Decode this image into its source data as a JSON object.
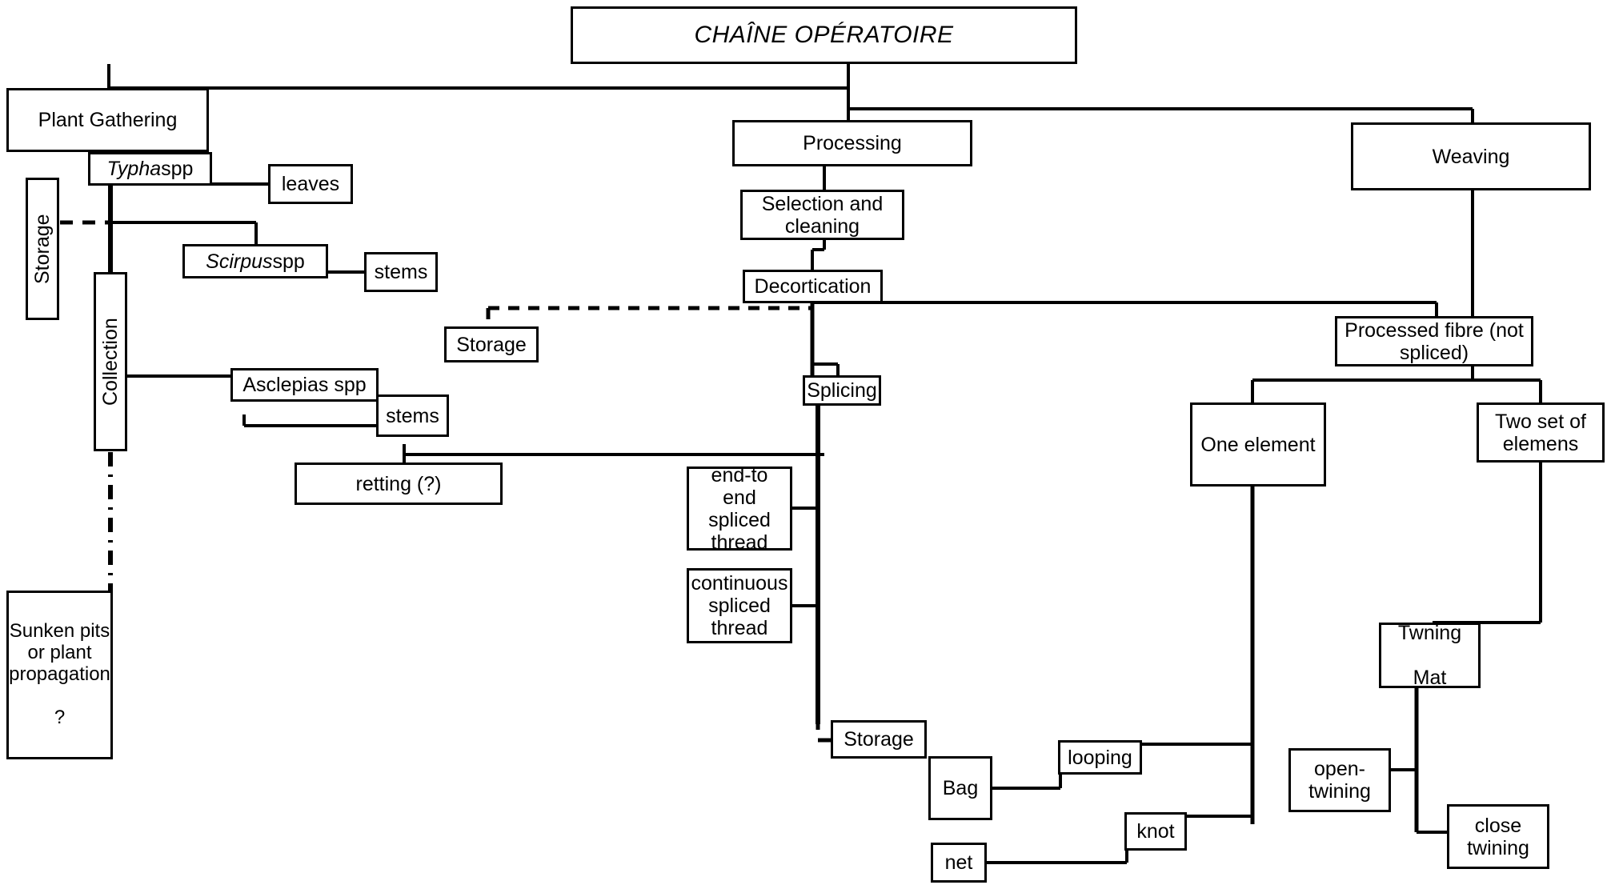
{
  "diagram": {
    "title": "CHAÎNE  OPÉRATOIRE",
    "type": "flowchart",
    "line_color": "#000000",
    "background": "#ffffff",
    "nodes": {
      "chaine_operatoire": "CHAÎNE  OPÉRATOIRE",
      "plant_gathering": "Plant Gathering",
      "typha_italic": "Typha",
      "typha_rest": " spp",
      "leaves": "leaves",
      "storage_left": "Storage",
      "scirpus_italic": "Scirpus",
      "scirpus_rest": " spp",
      "stems_scirpus": "stems",
      "collection": "Collection",
      "asclepias": "Asclepias spp",
      "stems_asclepias": "stems",
      "retting": "retting (?)",
      "storage_mid": "Storage",
      "sunken_pits": "Sunken pits\nor plant\npropagation\n\n?",
      "processing": "Processing",
      "selection_cleaning": "Selection and\ncleaning",
      "decortication": "Decortication",
      "splicing": "Splicing",
      "end_to_end": "end-to end\nspliced\nthread",
      "continuous": "continuous\nspliced\nthread",
      "storage_bottom": "Storage",
      "weaving": "Weaving",
      "processed_fibre": "Processed fibre (not\nspliced)",
      "one_element": "One element",
      "two_set": "Two set of\nelemens",
      "twining_mat": "Twning\n\nMat",
      "open_twining": "open-\ntwining",
      "close_twining": "close\ntwining",
      "bag": "Bag",
      "looping": "looping",
      "net": "net",
      "knot": "knot"
    },
    "edges": [
      {
        "from": "chaine_operatoire",
        "to": "plant_gathering",
        "style": "solid"
      },
      {
        "from": "chaine_operatoire",
        "to": "processing",
        "style": "solid"
      },
      {
        "from": "chaine_operatoire",
        "to": "weaving",
        "style": "solid"
      },
      {
        "from": "plant_gathering",
        "to": "typha_spp",
        "style": "solid"
      },
      {
        "from": "typha_spp",
        "to": "leaves",
        "style": "solid"
      },
      {
        "from": "typha_spp",
        "to": "scirpus_spp",
        "style": "solid"
      },
      {
        "from": "typha_spp",
        "to": "collection",
        "style": "solid"
      },
      {
        "from": "storage_left",
        "to": "typha_spine",
        "style": "dashed"
      },
      {
        "from": "scirpus_spp",
        "to": "stems_scirpus",
        "style": "solid"
      },
      {
        "from": "collection",
        "to": "asclepias",
        "style": "solid"
      },
      {
        "from": "asclepias",
        "to": "stems_asclepias",
        "style": "solid"
      },
      {
        "from": "stems_asclepias",
        "to": "retting",
        "style": "solid"
      },
      {
        "from": "collection",
        "to": "sunken_pits",
        "style": "dash-dot"
      },
      {
        "from": "retting",
        "to": "splicing_spine",
        "style": "solid"
      },
      {
        "from": "processing",
        "to": "selection_cleaning",
        "style": "solid"
      },
      {
        "from": "selection_cleaning",
        "to": "decortication",
        "style": "solid"
      },
      {
        "from": "decortication",
        "to": "splicing",
        "style": "solid"
      },
      {
        "from": "decortication",
        "to": "processed_fibre",
        "style": "solid"
      },
      {
        "from": "storage_mid",
        "to": "decortication_spine",
        "style": "dashed"
      },
      {
        "from": "splicing",
        "to": "end_to_end",
        "style": "solid"
      },
      {
        "from": "splicing",
        "to": "continuous",
        "style": "solid"
      },
      {
        "from": "continuous",
        "to": "storage_bottom",
        "style": "dashed"
      },
      {
        "from": "weaving",
        "to": "processed_fibre",
        "style": "solid"
      },
      {
        "from": "processed_fibre",
        "to": "one_element",
        "style": "solid"
      },
      {
        "from": "processed_fibre",
        "to": "two_set",
        "style": "solid"
      },
      {
        "from": "one_element",
        "to": "looping",
        "style": "solid"
      },
      {
        "from": "one_element",
        "to": "knot",
        "style": "solid"
      },
      {
        "from": "looping",
        "to": "bag",
        "style": "solid"
      },
      {
        "from": "knot",
        "to": "net",
        "style": "solid"
      },
      {
        "from": "two_set",
        "to": "twining_mat",
        "style": "solid"
      },
      {
        "from": "twining_mat",
        "to": "open_twining",
        "style": "solid"
      },
      {
        "from": "twining_mat",
        "to": "close_twining",
        "style": "solid"
      }
    ]
  }
}
